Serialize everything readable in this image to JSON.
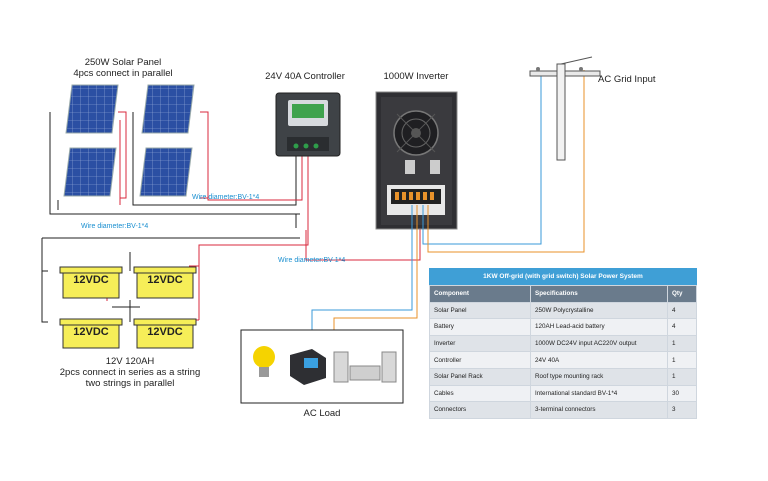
{
  "labels": {
    "panel_title": "250W Solar Panel",
    "panel_subtitle": "4pcs connect in parallel",
    "controller_title": "24V 40A Controller",
    "inverter_title": "1000W Inverter",
    "grid_title": "AC Grid Input",
    "wire_1": "Wire diameter:BV-1*4",
    "wire_2": "Wire diameter:BV-1*4",
    "wire_3": "Wire diameter:BV-1*4",
    "battery_voltage": "12VDC",
    "battery_line1": "12V 120AH",
    "battery_line2": "2pcs connect in series as a string",
    "battery_line3": "two strings in parallel",
    "load_title": "AC Load"
  },
  "colors": {
    "positive_wire": "#d8283c",
    "negative_wire": "#222222",
    "ac_blue": "#3a9ad9",
    "ac_orange": "#e8922a",
    "battery_yellow": "#f6ee58",
    "panel_blue": "#2b4fa3"
  },
  "icons": [
    "solar-panel-icon",
    "charge-controller-icon",
    "inverter-icon",
    "cooling-fan-icon",
    "utility-pole-icon",
    "battery-icon",
    "light-bulb-icon",
    "power-device-icon",
    "stereo-system-icon"
  ],
  "table": {
    "title": "1KW Off-grid (with grid switch) Solar Power System",
    "headers": [
      "Component",
      "Specifications",
      "Qty"
    ],
    "rows": [
      [
        "Solar Panel",
        "250W Polycrystalline",
        "4"
      ],
      [
        "Battery",
        "120AH Lead-acid battery",
        "4"
      ],
      [
        "Inverter",
        "1000W DC24V input AC220V output",
        "1"
      ],
      [
        "Controller",
        "24V 40A",
        "1"
      ],
      [
        "Solar Panel Rack",
        "Roof type mounting rack",
        "1"
      ],
      [
        "Cables",
        "International standard BV-1*4",
        "30"
      ],
      [
        "Connectors",
        "3-terminal connectors",
        "3"
      ]
    ]
  }
}
